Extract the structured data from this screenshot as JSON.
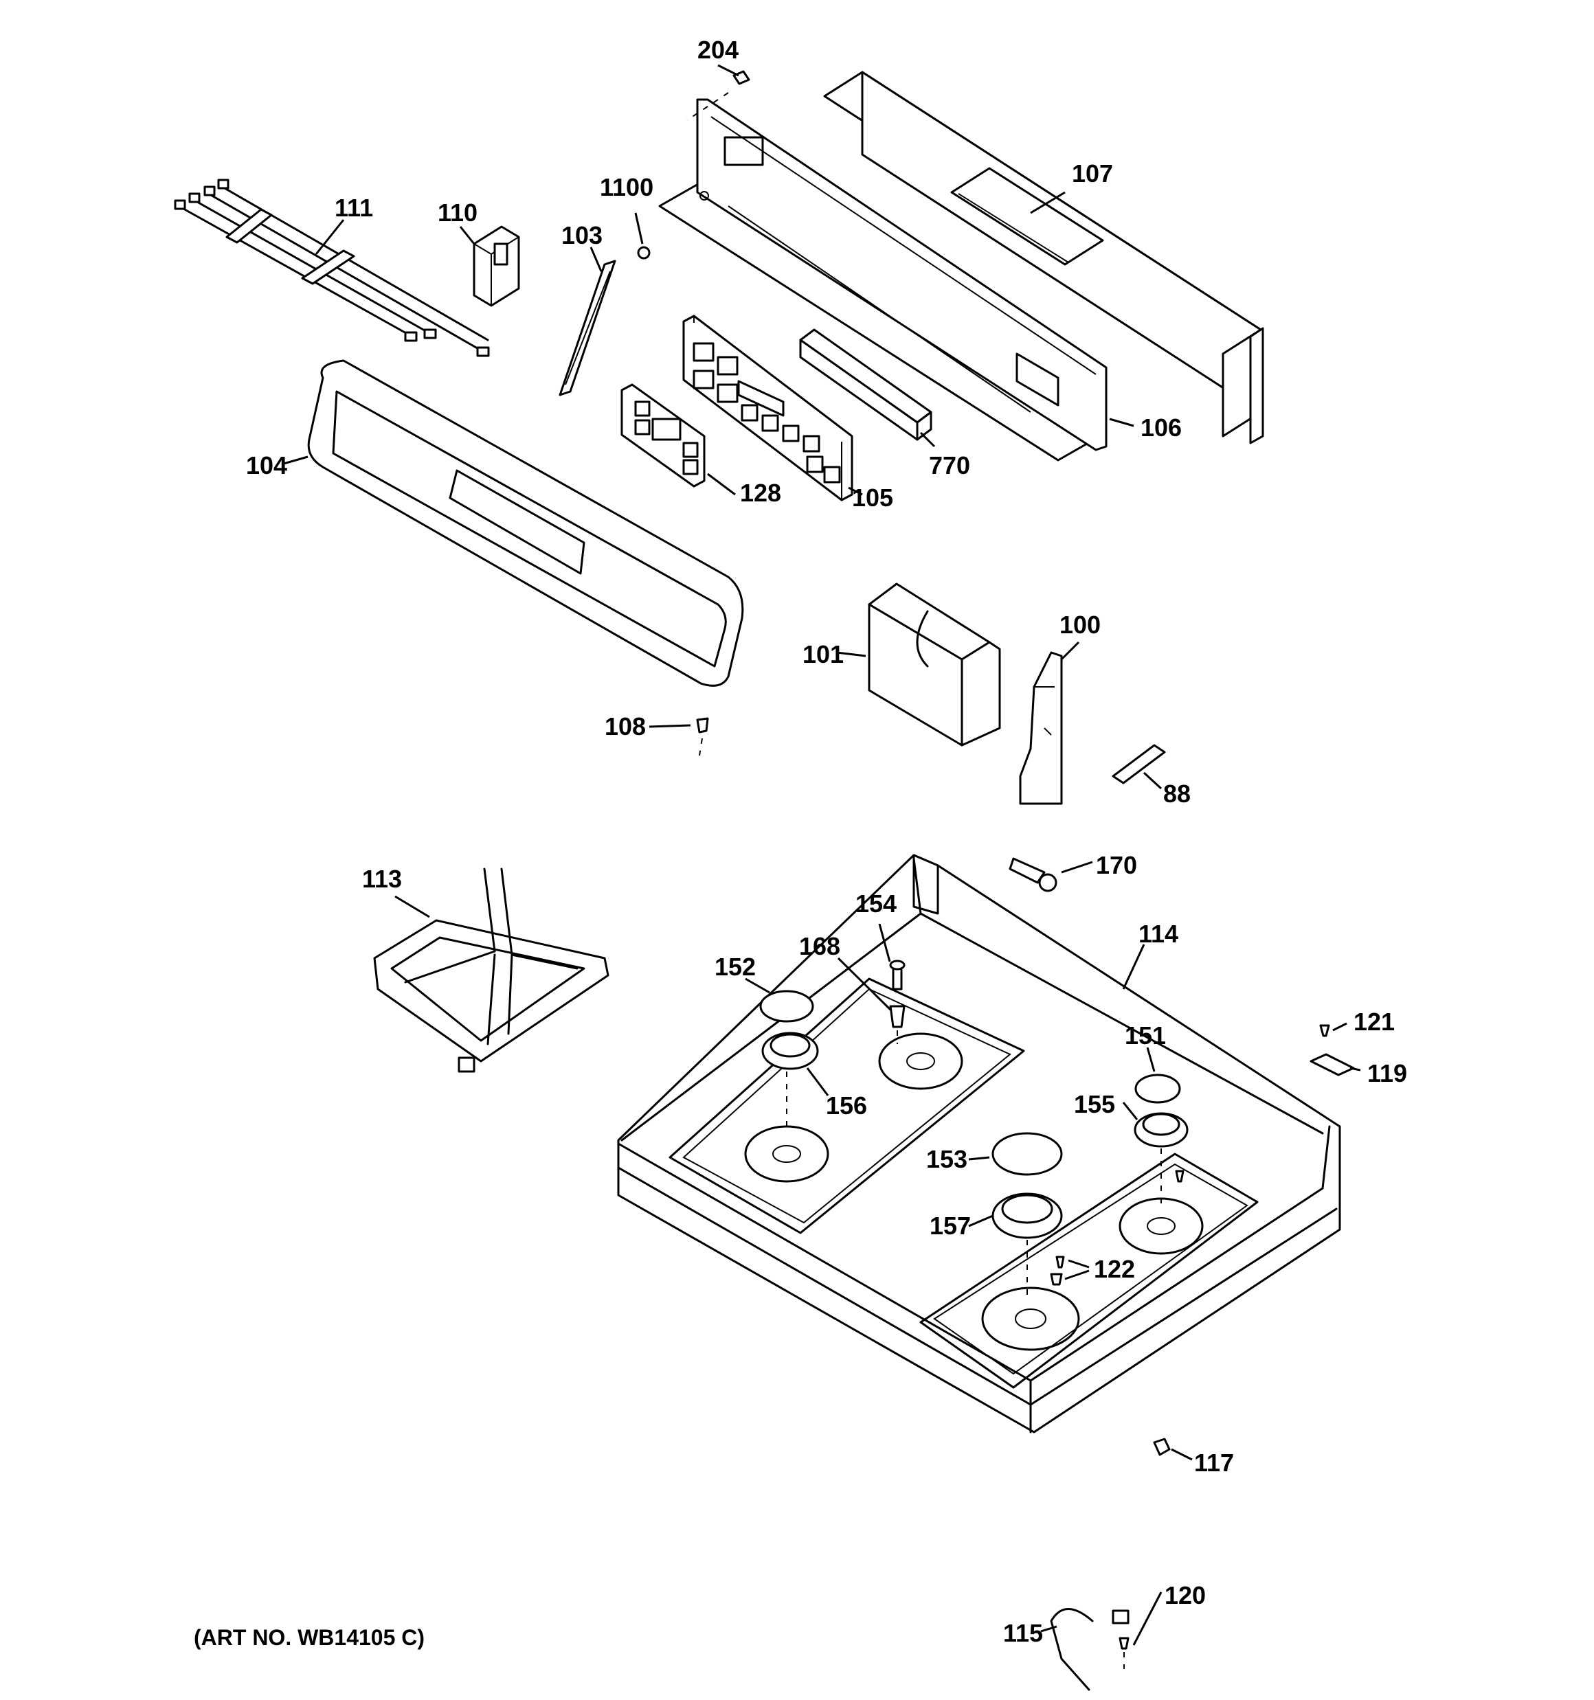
{
  "labels": {
    "p204": "204",
    "p107": "107",
    "p1100": "1100",
    "p111": "111",
    "p110": "110",
    "p103": "103",
    "p106": "106",
    "p770": "770",
    "p104": "104",
    "p128": "128",
    "p105": "105",
    "p100": "100",
    "p101": "101",
    "p108": "108",
    "p88": "88",
    "p170": "170",
    "p113": "113",
    "p154": "154",
    "p114": "114",
    "p168": "168",
    "p152": "152",
    "p121": "121",
    "p151": "151",
    "p119": "119",
    "p156": "156",
    "p155": "155",
    "p153": "153",
    "p157": "157",
    "p122": "122",
    "p117": "117",
    "p120": "120",
    "p115": "115"
  },
  "art_number": "(ART NO. WB14105 C)"
}
